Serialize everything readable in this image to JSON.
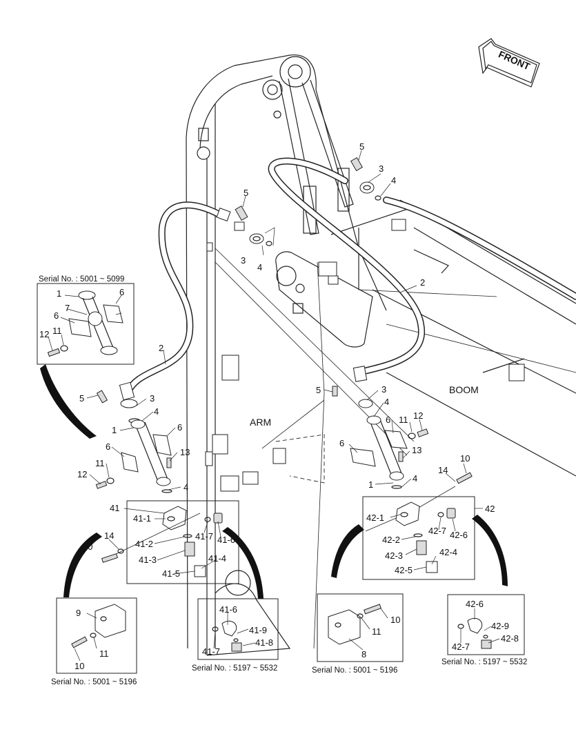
{
  "front_label": "FRONT",
  "region_labels": {
    "arm": "ARM",
    "boom": "BOOM"
  },
  "captions": {
    "top_left": "Serial No. : 5001 ~ 5099",
    "left_bottom": "Serial No. : 5001 ~ 5196",
    "left_mid": "Serial No. : 5197 ~ 5532",
    "right_mid": "Serial No. : 5001 ~ 5196",
    "right_bottom": "Serial No. : 5197 ~ 5532"
  },
  "callouts": {
    "c5a": "5",
    "c3a": "3",
    "c4a": "4",
    "c5b": "5",
    "c3b": "3",
    "c4b": "4",
    "c2a": "2",
    "c2b": "2",
    "c1a": "1",
    "c7a": "7",
    "c6a": "6",
    "c6b": "6",
    "c11a": "11",
    "c12a": "12",
    "c5c": "5",
    "c3c": "3",
    "c4c": "4",
    "c1c": "1",
    "c6c": "6",
    "c6d": "6",
    "c13a": "13",
    "c11c": "11",
    "c12c": "12",
    "c4d": "4",
    "c41": "41",
    "c41_1": "41-1",
    "c41_2": "41-2",
    "c41_3": "41-3",
    "c41_4": "41-4",
    "c41_5": "41-5",
    "c41_6": "41-6",
    "c41_7": "41-7",
    "c14a": "14",
    "c10a": "10",
    "c5d": "5",
    "c3d": "3",
    "c4e": "4",
    "c6e": "6",
    "c11d": "11",
    "c12d": "12",
    "c6f": "6",
    "c13b": "13",
    "c1d": "1",
    "c4f": "4",
    "c14b": "14",
    "c10b": "10",
    "c42": "42",
    "c42_1": "42-1",
    "c42_2": "42-2",
    "c42_3": "42-3",
    "c42_4": "42-4",
    "c42_5": "42-5",
    "c42_6": "42-6",
    "c42_7": "42-7",
    "c9a": "9",
    "c11e": "11",
    "c10c": "10",
    "c41_6b": "41-6",
    "c41_9": "41-9",
    "c41_8": "41-8",
    "c41_7b": "41-7",
    "c10d": "10",
    "c11f": "11",
    "c8a": "8",
    "c42_6b": "42-6",
    "c42_9": "42-9",
    "c42_8": "42-8",
    "c42_7b": "42-7"
  }
}
